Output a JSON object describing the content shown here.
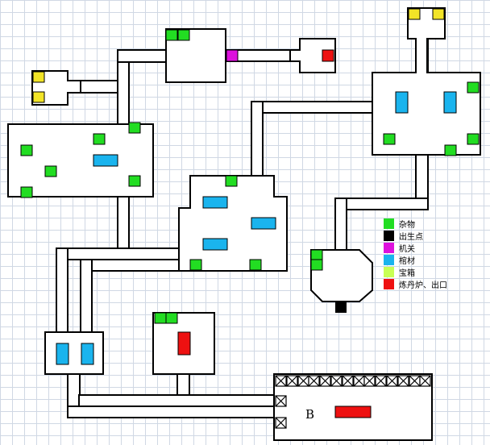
{
  "colors": {
    "sundries": "#22dd22",
    "spawn": "#000000",
    "mechanism": "#dd11dd",
    "coffin": "#1ab4ee",
    "treasure": "#c8ff55",
    "furnace_exit": "#ee1111",
    "entrance": "#f2e427",
    "wall": "#000000"
  },
  "legend": [
    {
      "key": "sundries",
      "label": "杂物"
    },
    {
      "key": "spawn",
      "label": "出生点"
    },
    {
      "key": "mechanism",
      "label": "机关"
    },
    {
      "key": "coffin",
      "label": "棺材"
    },
    {
      "key": "treasure",
      "label": "宝箱"
    },
    {
      "key": "furnace_exit",
      "label": "炼丹炉、出口"
    }
  ],
  "boss_room": {
    "label": "B"
  }
}
